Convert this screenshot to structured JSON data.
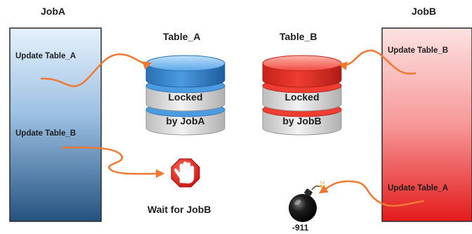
{
  "jobA": {
    "title": "JobA",
    "step1": "Update Table_A",
    "step2": "Update Table_B"
  },
  "jobB": {
    "title": "JobB",
    "step1": "Update Table_B",
    "step2": "Update Table_A"
  },
  "tableA": {
    "title": "Table_A",
    "line1": "Locked",
    "line2": "by JobA",
    "color": "#3f8fd6"
  },
  "tableB": {
    "title": "Table_B",
    "line1": "Locked",
    "line2": "by JobB",
    "color": "#e53a30"
  },
  "wait": {
    "label": "Wait for JobB",
    "icon": "stop-hand-icon",
    "color": "#e8322a"
  },
  "deadlock": {
    "label": "-911",
    "icon": "bomb-icon"
  },
  "arrow_color": "#f07830"
}
